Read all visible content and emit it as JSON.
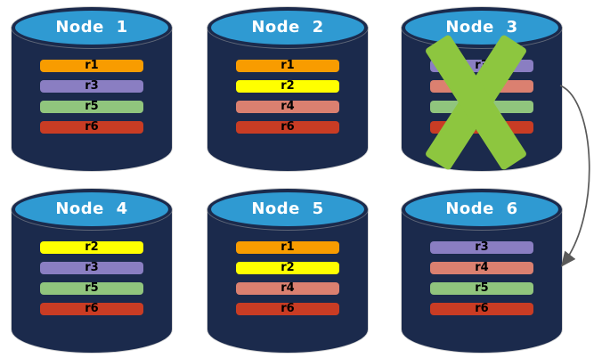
{
  "diagram": {
    "background": "#ffffff",
    "colors": {
      "cylinder_body": "#1B2A4C",
      "cylinder_top": "#2F9AD2",
      "title_text": "#FFFFFF",
      "bar_text": "#000000",
      "cross": "#8DC63F",
      "arrow": "#595959"
    },
    "replica_colors": {
      "r1": "#F89C00",
      "r2": "#FFFF00",
      "r3": "#8A7EC2",
      "r4": "#DB8070",
      "r5": "#90C57D",
      "r6": "#C93C24"
    },
    "nodes": [
      {
        "title": "Node 1",
        "replicas": [
          "r1",
          "r3",
          "r5",
          "r6"
        ],
        "failed": false
      },
      {
        "title": "Node 2",
        "replicas": [
          "r1",
          "r2",
          "r4",
          "r6"
        ],
        "failed": false
      },
      {
        "title": "Node 3",
        "replicas": [
          "r3",
          "r4",
          "r5",
          "r6"
        ],
        "failed": true
      },
      {
        "title": "Node 4",
        "replicas": [
          "r2",
          "r3",
          "r5",
          "r6"
        ],
        "failed": false
      },
      {
        "title": "Node 5",
        "replicas": [
          "r1",
          "r2",
          "r4",
          "r6"
        ],
        "failed": false
      },
      {
        "title": "Node 6",
        "replicas": [
          "r3",
          "r4",
          "r5",
          "r6"
        ],
        "failed": false
      }
    ],
    "failover_arrow": {
      "from": "Node 3",
      "to": "Node 6"
    }
  }
}
